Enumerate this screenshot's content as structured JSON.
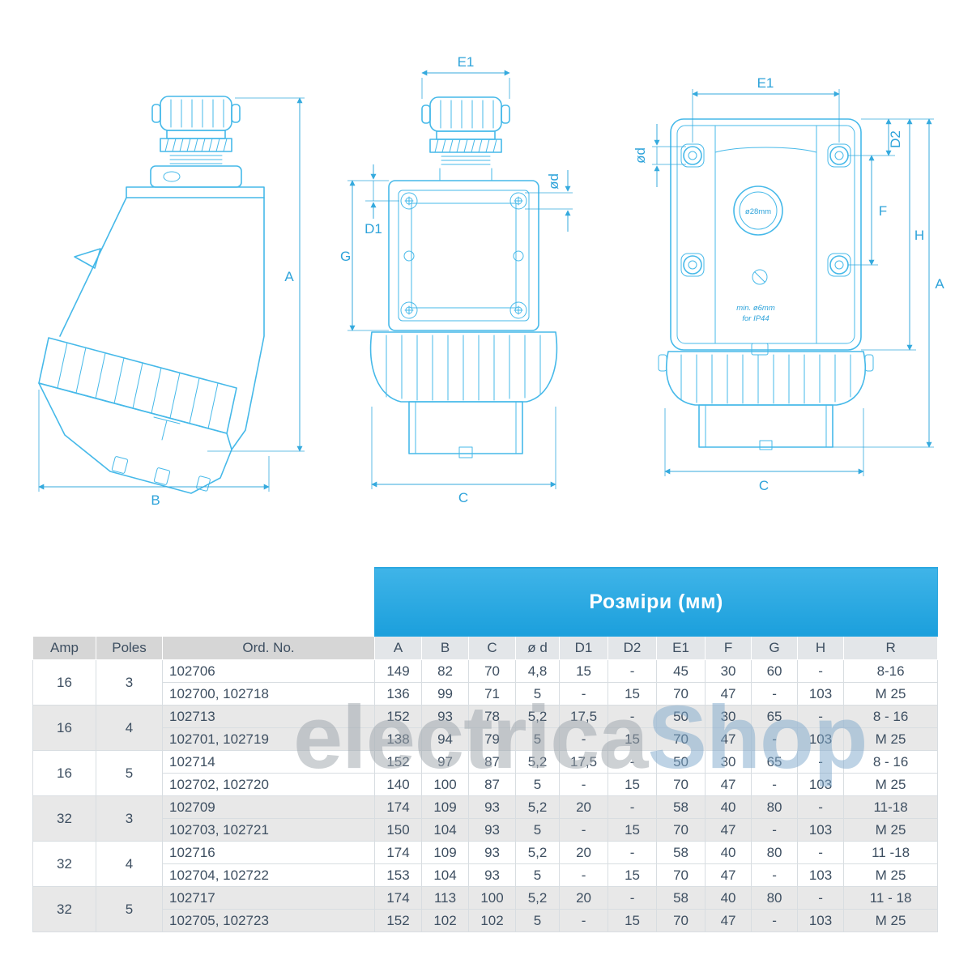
{
  "watermark": {
    "part1": "electrica",
    "part2": "Shop"
  },
  "colors": {
    "accent_blue": "#2ba7e0",
    "line_blue": "#46b9e9",
    "row_shade": "#e8e8e8",
    "header_gray": "#d6d6d6"
  },
  "table": {
    "band_title": "Розміри (мм)",
    "left_headers": [
      "Amp",
      "Poles",
      "Ord. No."
    ],
    "dim_headers": [
      "A",
      "B",
      "C",
      "ø d",
      "D1",
      "D2",
      "E1",
      "F",
      "G",
      "H",
      "R"
    ],
    "groups": [
      {
        "amp": "16",
        "poles": "3",
        "rows": [
          {
            "ord": "102706",
            "values": [
              "149",
              "82",
              "70",
              "4,8",
              "15",
              "-",
              "45",
              "30",
              "60",
              "-",
              "8-16"
            ]
          },
          {
            "ord": "102700, 102718",
            "values": [
              "136",
              "99",
              "71",
              "5",
              "-",
              "15",
              "70",
              "47",
              "-",
              "103",
              "M 25"
            ]
          }
        ]
      },
      {
        "amp": "16",
        "poles": "4",
        "rows": [
          {
            "ord": "102713",
            "values": [
              "152",
              "93",
              "78",
              "5,2",
              "17,5",
              "-",
              "50",
              "30",
              "65",
              "-",
              "8 - 16"
            ]
          },
          {
            "ord": "102701, 102719",
            "values": [
              "138",
              "94",
              "79",
              "5",
              "-",
              "15",
              "70",
              "47",
              "-",
              "103",
              "M 25"
            ]
          }
        ]
      },
      {
        "amp": "16",
        "poles": "5",
        "rows": [
          {
            "ord": "102714",
            "values": [
              "152",
              "97",
              "87",
              "5,2",
              "17,5",
              "-",
              "50",
              "30",
              "65",
              "-",
              "8 - 16"
            ]
          },
          {
            "ord": "102702, 102720",
            "values": [
              "140",
              "100",
              "87",
              "5",
              "-",
              "15",
              "70",
              "47",
              "-",
              "103",
              "M 25"
            ]
          }
        ]
      },
      {
        "amp": "32",
        "poles": "3",
        "rows": [
          {
            "ord": "102709",
            "values": [
              "174",
              "109",
              "93",
              "5,2",
              "20",
              "-",
              "58",
              "40",
              "80",
              "-",
              "11-18"
            ]
          },
          {
            "ord": "102703, 102721",
            "values": [
              "150",
              "104",
              "93",
              "5",
              "-",
              "15",
              "70",
              "47",
              "-",
              "103",
              "M 25"
            ]
          }
        ]
      },
      {
        "amp": "32",
        "poles": "4",
        "rows": [
          {
            "ord": "102716",
            "values": [
              "174",
              "109",
              "93",
              "5,2",
              "20",
              "-",
              "58",
              "40",
              "80",
              "-",
              "11 -18"
            ]
          },
          {
            "ord": "102704, 102722",
            "values": [
              "153",
              "104",
              "93",
              "5",
              "-",
              "15",
              "70",
              "47",
              "-",
              "103",
              "M 25"
            ]
          }
        ]
      },
      {
        "amp": "32",
        "poles": "5",
        "rows": [
          {
            "ord": "102717",
            "values": [
              "174",
              "113",
              "100",
              "5,2",
              "20",
              "-",
              "58",
              "40",
              "80",
              "-",
              "11 - 18"
            ]
          },
          {
            "ord": "102705, 102723",
            "values": [
              "152",
              "102",
              "102",
              "5",
              "-",
              "15",
              "70",
              "47",
              "-",
              "103",
              "M 25"
            ]
          }
        ]
      }
    ]
  },
  "drawings": {
    "side": {
      "a": "A",
      "b": "B"
    },
    "front": {
      "e1": "E1",
      "d1": "D1",
      "g": "G",
      "od": "ød",
      "c": "C"
    },
    "back": {
      "e1": "E1",
      "od": "ød",
      "d2": "D2",
      "f": "F",
      "h": "H",
      "a": "A",
      "c": "C",
      "hole_dia": "ø28mm",
      "note1": "min. ø6mm",
      "note2": "for IP44"
    }
  }
}
